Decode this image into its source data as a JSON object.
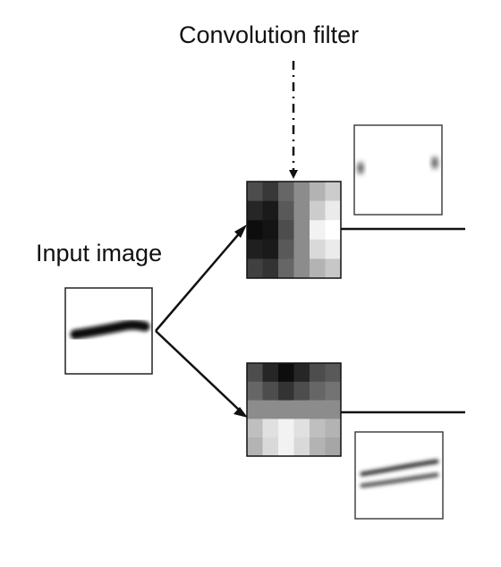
{
  "labels": {
    "filter": "Convolution filter",
    "input": "Input image"
  },
  "filters": [
    {
      "id": "vertical-edge",
      "grid": [
        [
          0.3,
          0.22,
          0.4,
          0.55,
          0.7,
          0.8
        ],
        [
          0.15,
          0.1,
          0.35,
          0.55,
          0.8,
          0.92
        ],
        [
          0.05,
          0.08,
          0.3,
          0.55,
          0.95,
          1.0
        ],
        [
          0.12,
          0.1,
          0.35,
          0.55,
          0.85,
          0.92
        ],
        [
          0.25,
          0.2,
          0.4,
          0.55,
          0.7,
          0.78
        ]
      ]
    },
    {
      "id": "horizontal-edge",
      "grid": [
        [
          0.3,
          0.15,
          0.05,
          0.15,
          0.3,
          0.35
        ],
        [
          0.4,
          0.3,
          0.2,
          0.3,
          0.4,
          0.45
        ],
        [
          0.55,
          0.55,
          0.55,
          0.55,
          0.55,
          0.55
        ],
        [
          0.75,
          0.88,
          0.95,
          0.88,
          0.75,
          0.7
        ],
        [
          0.7,
          0.85,
          0.95,
          0.85,
          0.7,
          0.65
        ]
      ]
    }
  ],
  "colors": {
    "stroke": "#111111",
    "stroke_light": "#444444",
    "ink": "#0a0a0a",
    "feature_blur": "#555555"
  }
}
